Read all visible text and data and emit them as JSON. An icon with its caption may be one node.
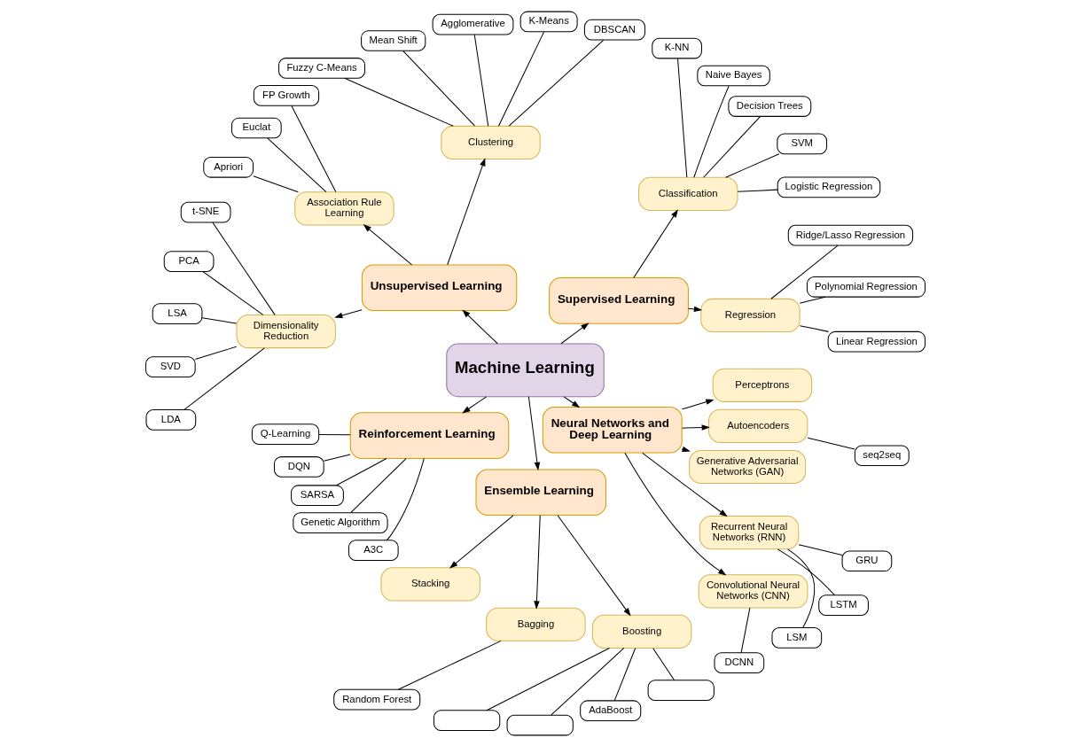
{
  "diagram": {
    "nodes": [
      {
        "text": [
          "Machine Learning"
        ]
      },
      {
        "text": [
          "Supervised Learning"
        ]
      },
      {
        "text": [
          "Unsupervised Learning"
        ]
      },
      {
        "text": [
          "Reinforcement Learning"
        ]
      },
      {
        "text": [
          "Ensemble Learning"
        ]
      },
      {
        "text": [
          "Neural Networks and Deep Learning"
        ]
      },
      {
        "text": [
          "Regression"
        ]
      },
      {
        "text": [
          "Classification"
        ]
      },
      {
        "text": [
          "Linear Regression"
        ]
      },
      {
        "text": [
          "Polynomial Regression"
        ]
      },
      {
        "text": [
          "Ridge/Lasso Regression"
        ]
      },
      {
        "text": [
          "Logistic Regression"
        ]
      },
      {
        "text": [
          "SVM"
        ]
      },
      {
        "text": [
          "Decision Trees"
        ]
      },
      {
        "text": [
          "Naive Bayes"
        ]
      },
      {
        "text": [
          "K-NN"
        ]
      },
      {
        "text": [
          "Clustering"
        ]
      },
      {
        "text": [
          "Association Rule Learning"
        ]
      },
      {
        "text": [
          "Dimensionality Reduction"
        ]
      },
      {
        "text": [
          "DBSCAN"
        ]
      },
      {
        "text": [
          "K-Means"
        ]
      },
      {
        "text": [
          "Agglomerative"
        ]
      },
      {
        "text": [
          "Mean Shift"
        ]
      },
      {
        "text": [
          "Fuzzy C-Means"
        ]
      },
      {
        "text": [
          "FP Growth"
        ]
      },
      {
        "text": [
          "Euclat"
        ]
      },
      {
        "text": [
          "Apriori"
        ]
      },
      {
        "text": [
          "t-SNE"
        ]
      },
      {
        "text": [
          "PCA"
        ]
      },
      {
        "text": [
          "LSA"
        ]
      },
      {
        "text": [
          "SVD"
        ]
      },
      {
        "text": [
          "LDA"
        ]
      },
      {
        "text": [
          "Q-Learning"
        ]
      },
      {
        "text": [
          "DQN"
        ]
      },
      {
        "text": [
          "SARSA"
        ]
      },
      {
        "text": [
          "Genetic Algorithm"
        ]
      },
      {
        "text": [
          "A3C"
        ]
      },
      {
        "text": [
          "Stacking"
        ]
      },
      {
        "text": [
          "Bagging"
        ]
      },
      {
        "text": [
          "Boosting"
        ]
      },
      {
        "text": [
          "Random Forest"
        ]
      },
      {
        "text": [],
        "shape": "box"
      },
      {
        "text": [],
        "shape": "box"
      },
      {
        "text": [
          "AdaBoost"
        ]
      },
      {
        "text": [],
        "shape": "box"
      },
      {
        "text": [
          "Convolutional Neural Networks (CNN)"
        ]
      },
      {
        "text": [
          "Recurrent Neural Networks (RNN)"
        ]
      },
      {
        "text": [
          "Generative Adversarial Networks (GAN)"
        ]
      },
      {
        "text": [
          "Autoencoders"
        ]
      },
      {
        "text": [
          "Perceptrons"
        ]
      },
      {
        "text": [
          "DCNN"
        ]
      },
      {
        "text": [
          "LSM"
        ]
      },
      {
        "text": [
          "LSTM"
        ]
      },
      {
        "text": [
          "GRU"
        ]
      },
      {
        "text": [
          "seq2seq"
        ]
      }
    ],
    "edges": [
      {
        "from": 0,
        "to": 1,
        "arrow": "to"
      },
      {
        "from": 0,
        "to": 2,
        "arrow": "to"
      },
      {
        "from": 0,
        "to": 3,
        "arrow": "to"
      },
      {
        "from": 0,
        "to": 4,
        "arrow": "to"
      },
      {
        "from": 0,
        "to": 5,
        "arrow": "to"
      },
      {
        "from": 1,
        "to": 6,
        "arrow": "to"
      },
      {
        "from": 1,
        "to": 7,
        "arrow": "to"
      },
      {
        "from": 6,
        "to": 8,
        "arrow": "none"
      },
      {
        "from": 6,
        "to": 9,
        "arrow": "none"
      },
      {
        "from": 6,
        "to": 10,
        "arrow": "none"
      },
      {
        "from": 7,
        "to": 11,
        "arrow": "none"
      },
      {
        "from": 7,
        "to": 12,
        "arrow": "none"
      },
      {
        "from": 7,
        "to": 13,
        "arrow": "none"
      },
      {
        "from": 7,
        "to": 14,
        "arrow": "none"
      },
      {
        "from": 7,
        "to": 15,
        "arrow": "none"
      },
      {
        "from": 2,
        "to": 16,
        "arrow": "to"
      },
      {
        "from": 2,
        "to": 17,
        "arrow": "to"
      },
      {
        "from": 2,
        "to": 18,
        "arrow": "to"
      },
      {
        "from": 16,
        "to": 19,
        "arrow": "none"
      },
      {
        "from": 16,
        "to": 20,
        "arrow": "none"
      },
      {
        "from": 16,
        "to": 21,
        "arrow": "none"
      },
      {
        "from": 16,
        "to": 22,
        "arrow": "none"
      },
      {
        "from": 16,
        "to": 23,
        "arrow": "none"
      },
      {
        "from": 17,
        "to": 24,
        "arrow": "none"
      },
      {
        "from": 17,
        "to": 25,
        "arrow": "none"
      },
      {
        "from": 17,
        "to": 26,
        "arrow": "none"
      },
      {
        "from": 18,
        "to": 27,
        "arrow": "none"
      },
      {
        "from": 18,
        "to": 28,
        "arrow": "none"
      },
      {
        "from": 18,
        "to": 29,
        "arrow": "none"
      },
      {
        "from": 18,
        "to": 30,
        "arrow": "none"
      },
      {
        "from": 18,
        "to": 31,
        "arrow": "none"
      },
      {
        "from": 3,
        "to": 32,
        "arrow": "none"
      },
      {
        "from": 3,
        "to": 33,
        "arrow": "none"
      },
      {
        "from": 3,
        "to": 34,
        "arrow": "none"
      },
      {
        "from": 3,
        "to": 35,
        "arrow": "none"
      },
      {
        "from": 3,
        "to": 36,
        "arrow": "none"
      },
      {
        "from": 4,
        "to": 37,
        "arrow": "to"
      },
      {
        "from": 4,
        "to": 38,
        "arrow": "to"
      },
      {
        "from": 4,
        "to": 39,
        "arrow": "to"
      },
      {
        "from": 38,
        "to": 40,
        "arrow": "none"
      },
      {
        "from": 39,
        "to": 41,
        "arrow": "none"
      },
      {
        "from": 39,
        "to": 42,
        "arrow": "none"
      },
      {
        "from": 39,
        "to": 43,
        "arrow": "none"
      },
      {
        "from": 39,
        "to": 44,
        "arrow": "none"
      },
      {
        "from": 5,
        "to": 45,
        "arrow": "to"
      },
      {
        "from": 5,
        "to": 46,
        "arrow": "to"
      },
      {
        "from": 5,
        "to": 47,
        "arrow": "to"
      },
      {
        "from": 5,
        "to": 48,
        "arrow": "to"
      },
      {
        "from": 5,
        "to": 49,
        "arrow": "to"
      },
      {
        "from": 45,
        "to": 50,
        "arrow": "none"
      },
      {
        "from": 46,
        "to": 51,
        "arrow": "none"
      },
      {
        "from": 46,
        "to": 52,
        "arrow": "none"
      },
      {
        "from": 46,
        "to": 53,
        "arrow": "none"
      },
      {
        "from": 48,
        "to": 54,
        "arrow": "none"
      }
    ]
  }
}
